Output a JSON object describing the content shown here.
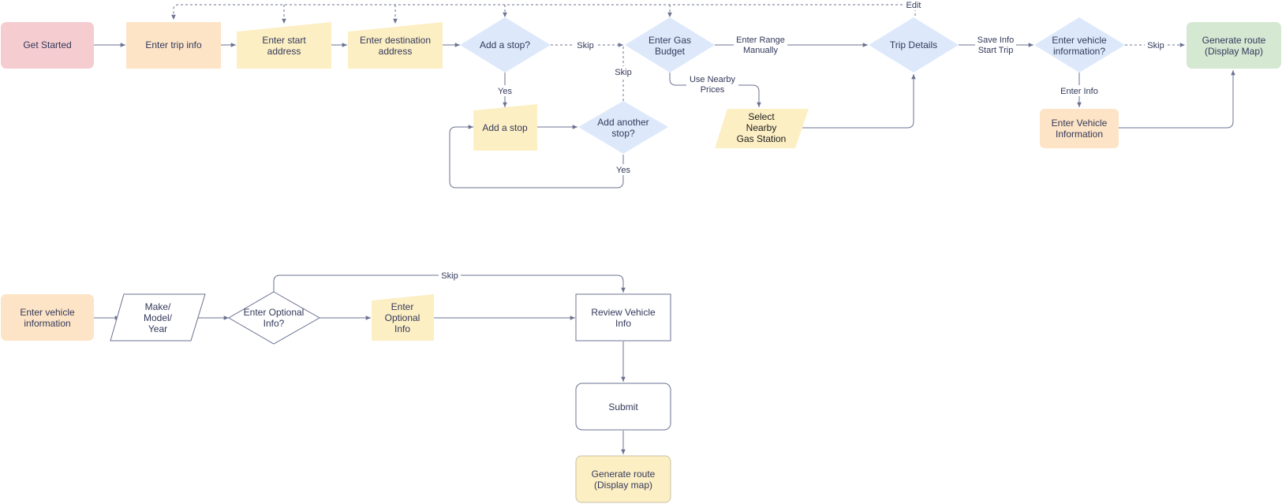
{
  "colors": {
    "start_fill": "#f5cccf",
    "process_fill": "#fde4c6",
    "input_fill": "#fdefc4",
    "decision_fill": "#dde9fb",
    "end_fill": "#d4e8d2",
    "white_fill": "#ffffff",
    "stroke": "#6b7290",
    "text": "#33395a"
  },
  "nodes": {
    "get_started": "Get Started",
    "enter_trip_info": "Enter trip info",
    "enter_start_address": [
      "Enter start",
      "address"
    ],
    "enter_destination_address": [
      "Enter destination",
      "address"
    ],
    "add_a_stop_q": "Add a stop?",
    "enter_gas_budget": [
      "Enter Gas",
      "Budget"
    ],
    "trip_details": "Trip Details",
    "enter_vehicle_info_q": [
      "Enter vehicle",
      "information?"
    ],
    "generate_route_top": [
      "Generate route",
      "(Display Map)"
    ],
    "add_a_stop": "Add a stop",
    "add_another_stop_q": [
      "Add another",
      "stop?"
    ],
    "select_nearby_gas_station": [
      "Select",
      "Nearby",
      "Gas Station"
    ],
    "enter_vehicle_information_top": [
      "Enter Vehicle",
      "Information"
    ],
    "enter_vehicle_information_bottom": [
      "Enter vehicle",
      "information"
    ],
    "make_model_year": [
      "Make/",
      "Model/",
      "Year"
    ],
    "enter_optional_info_q": [
      "Enter Optional",
      "Info?"
    ],
    "enter_optional_info": [
      "Enter",
      "Optional",
      "Info"
    ],
    "review_vehicle_info": [
      "Review Vehicle",
      "Info"
    ],
    "submit": "Submit",
    "generate_route_bottom": [
      "Generate route",
      "(Display map)"
    ]
  },
  "edges": {
    "edit": "Edit",
    "skip_stop": "Skip",
    "yes_stop": "Yes",
    "skip_another": "Skip",
    "yes_another": "Yes",
    "enter_range_manually": [
      "Enter Range",
      "Manually"
    ],
    "use_nearby_prices": [
      "Use Nearby",
      "Prices"
    ],
    "save_info_start_trip": [
      "Save Info",
      "Start Trip"
    ],
    "skip_vehicle": "Skip",
    "enter_info": "Enter Info",
    "skip_optional": "Skip"
  }
}
